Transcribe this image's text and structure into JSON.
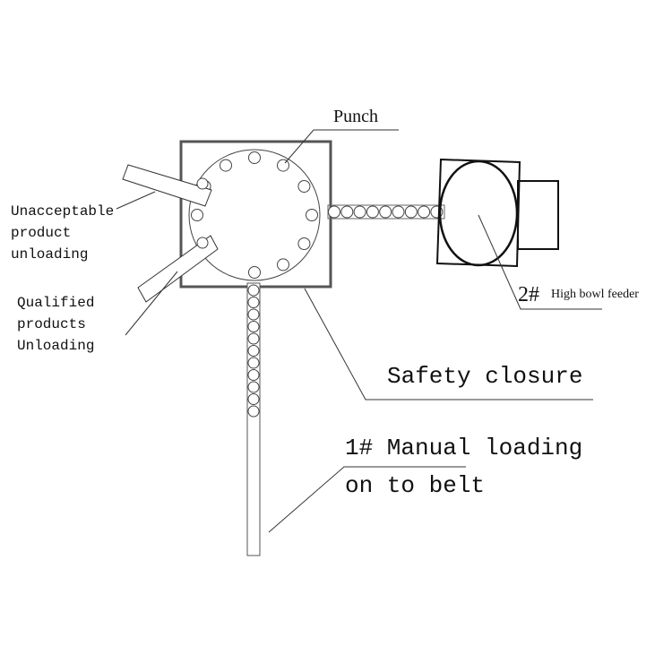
{
  "labels": {
    "punch": "Punch",
    "unacceptable": [
      "Unacceptable",
      "product",
      "unloading"
    ],
    "qualified": [
      "Qualified",
      "products",
      "Unloading"
    ],
    "feeder_number": "2#",
    "feeder": "High bowl feeder",
    "safety": "Safety closure",
    "manual_line1": "1# Manual loading",
    "manual_line2": "on to belt"
  }
}
